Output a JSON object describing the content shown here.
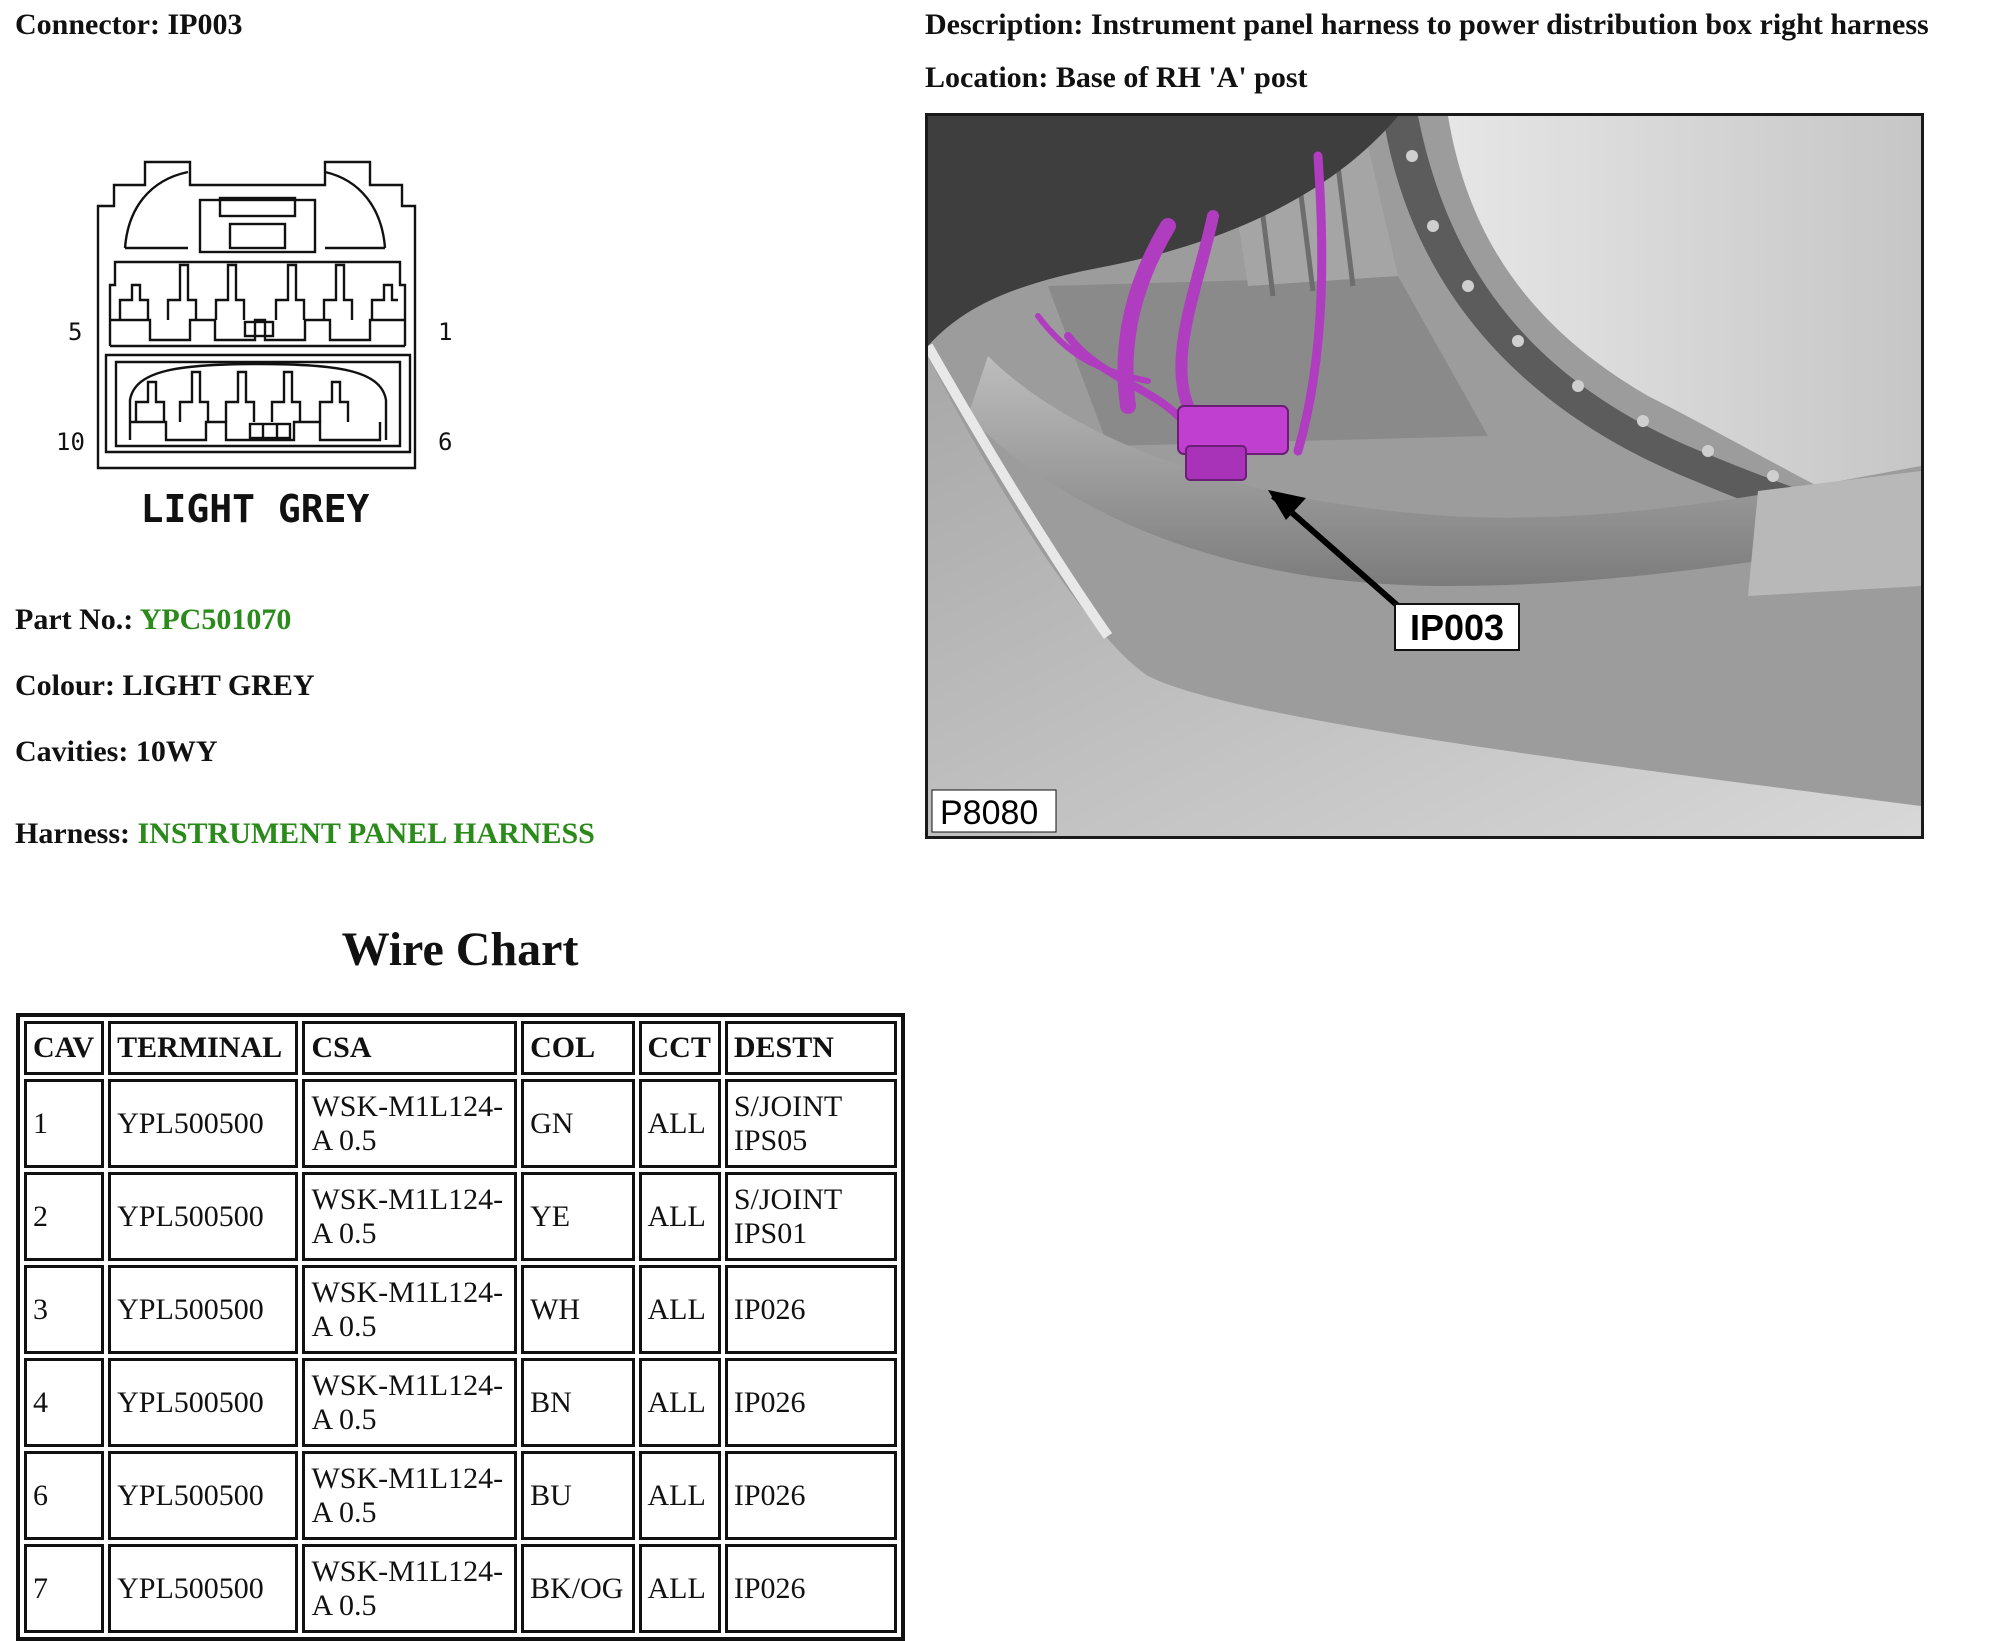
{
  "connector": {
    "label": "Connector:",
    "value": "IP003"
  },
  "description": {
    "label": "Description:",
    "value": "Instrument panel harness to power distribution box right harness"
  },
  "location": {
    "label": "Location:",
    "value": "Base of RH 'A' post"
  },
  "connector_diagram": {
    "pin_labels": {
      "top_left": "5",
      "top_right": "1",
      "bottom_left": "10",
      "bottom_right": "6"
    },
    "caption": "LIGHT GREY"
  },
  "photo": {
    "callout": "IP003",
    "figure_id": "P8080",
    "colors": {
      "harness": "#b03cc0",
      "plug": "#c03fd0",
      "trim": "#8e8e8e",
      "dark_panel": "#3e3e3e"
    }
  },
  "part_no": {
    "label": "Part No.:",
    "value": "YPC501070"
  },
  "colour": {
    "label": "Colour:",
    "value": "LIGHT GREY"
  },
  "cavities": {
    "label": "Cavities:",
    "value": "10WY"
  },
  "harness": {
    "label": "Harness:",
    "value": "INSTRUMENT PANEL HARNESS"
  },
  "link_color": "#2a8a1a",
  "wire_chart": {
    "title": "Wire Chart",
    "columns": [
      "CAV",
      "TERMINAL",
      "CSA",
      "COL",
      "CCT",
      "DESTN"
    ],
    "rows": [
      {
        "cav": "1",
        "terminal": "YPL500500",
        "csa": "WSK-M1L124-A 0.5",
        "col": "GN",
        "cct": "ALL",
        "destn": "S/JOINT IPS05"
      },
      {
        "cav": "2",
        "terminal": "YPL500500",
        "csa": "WSK-M1L124-A 0.5",
        "col": "YE",
        "cct": "ALL",
        "destn": "S/JOINT IPS01"
      },
      {
        "cav": "3",
        "terminal": "YPL500500",
        "csa": "WSK-M1L124-A 0.5",
        "col": "WH",
        "cct": "ALL",
        "destn": "IP026"
      },
      {
        "cav": "4",
        "terminal": "YPL500500",
        "csa": "WSK-M1L124-A 0.5",
        "col": "BN",
        "cct": "ALL",
        "destn": "IP026"
      },
      {
        "cav": "6",
        "terminal": "YPL500500",
        "csa": "WSK-M1L124-A 0.5",
        "col": "BU",
        "cct": "ALL",
        "destn": "IP026"
      },
      {
        "cav": "7",
        "terminal": "YPL500500",
        "csa": "WSK-M1L124-A 0.5",
        "col": "BK/OG",
        "cct": "ALL",
        "destn": "IP026"
      }
    ]
  }
}
